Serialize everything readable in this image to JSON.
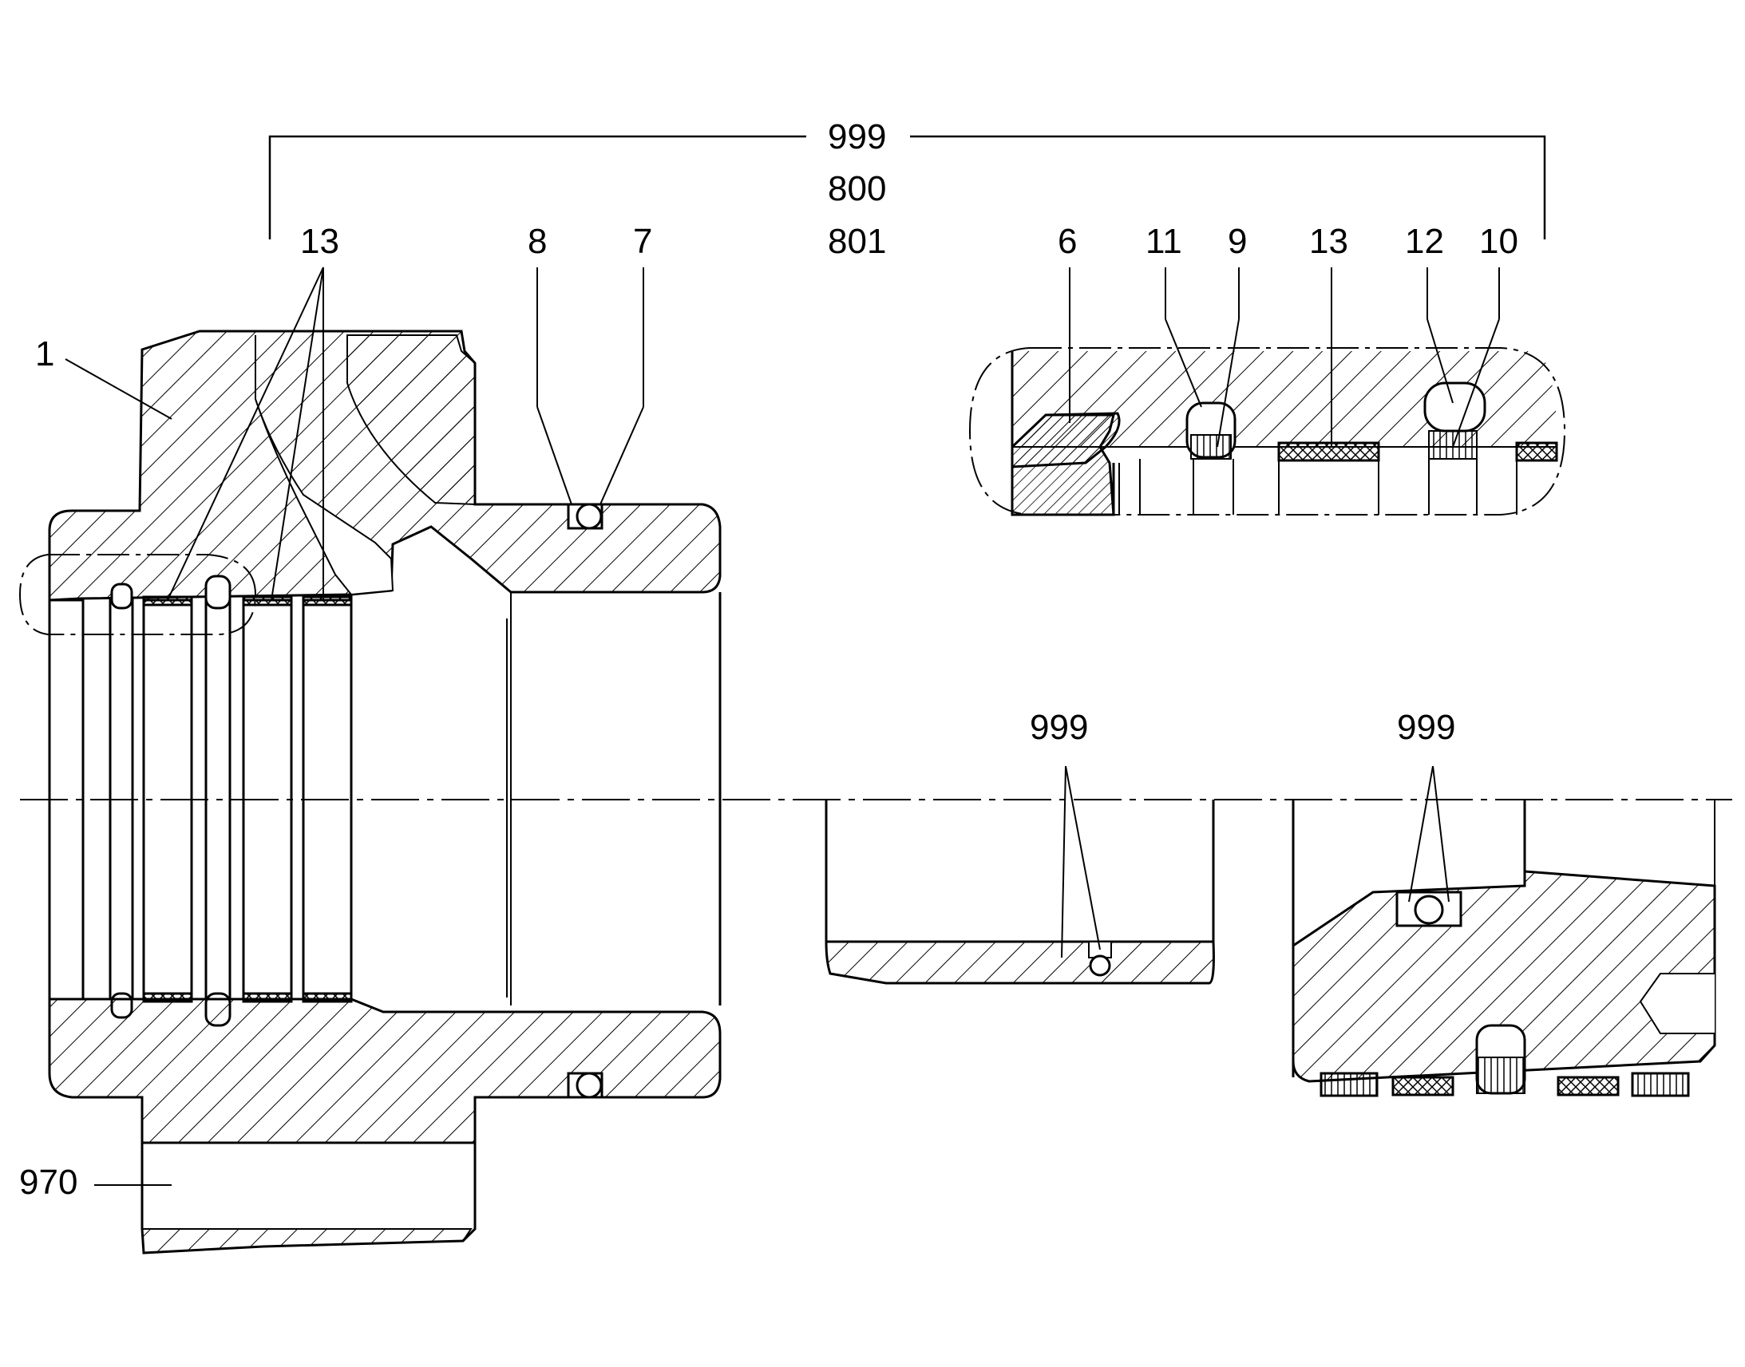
{
  "diagram": {
    "labels": {
      "l999_top": "999",
      "l800": "800",
      "l801": "801",
      "l13_left": "13",
      "l8": "8",
      "l7": "7",
      "l6": "6",
      "l11": "11",
      "l9": "9",
      "l13_right": "13",
      "l12": "12",
      "l10": "10",
      "l1": "1",
      "l999_mid": "999",
      "l999_right": "999",
      "l970": "970"
    },
    "colors": {
      "stroke": "#000000",
      "background": "#ffffff"
    }
  }
}
